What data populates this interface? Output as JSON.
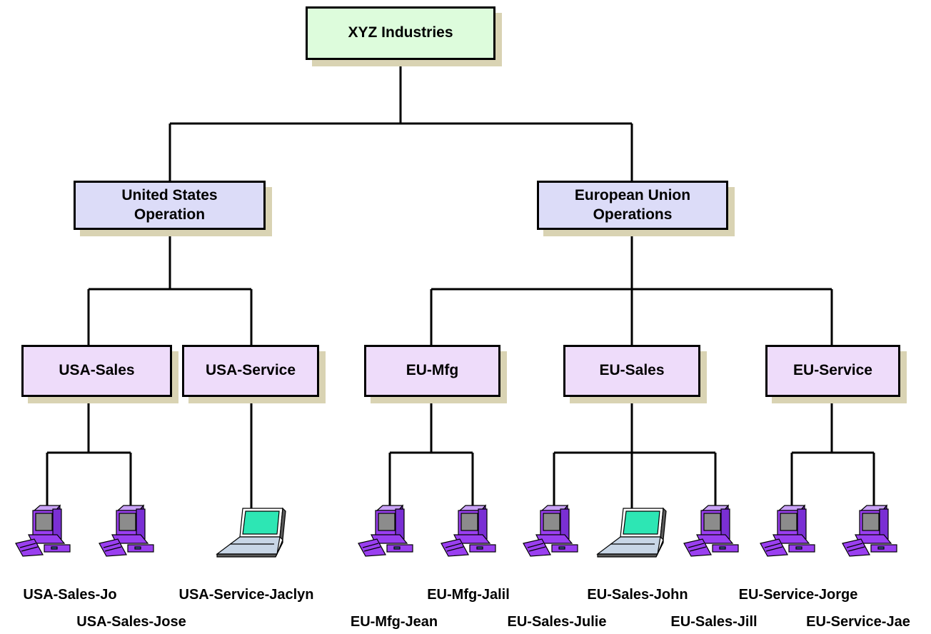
{
  "root": {
    "label": "XYZ Industries"
  },
  "regions": [
    {
      "line1": "United States",
      "line2": "Operation"
    },
    {
      "line1": "European Union",
      "line2": "Operations"
    }
  ],
  "departments": [
    "USA-Sales",
    "USA-Service",
    "EU-Mfg",
    "EU-Sales",
    "EU-Service"
  ],
  "devices": [
    {
      "name": "USA-Sales-Jo",
      "type": "desktop"
    },
    {
      "name": "USA-Sales-Jose",
      "type": "desktop"
    },
    {
      "name": "USA-Service-Jaclyn",
      "type": "laptop"
    },
    {
      "name": "EU-Mfg-Jean",
      "type": "desktop"
    },
    {
      "name": "EU-Mfg-Jalil",
      "type": "desktop"
    },
    {
      "name": "EU-Sales-Julie",
      "type": "desktop"
    },
    {
      "name": "EU-Sales-John",
      "type": "laptop"
    },
    {
      "name": "EU-Sales-Jill",
      "type": "desktop"
    },
    {
      "name": "EU-Service-Jorge",
      "type": "desktop"
    },
    {
      "name": "EU-Service-Jae",
      "type": "desktop"
    }
  ],
  "colors": {
    "root_fill": "#ddfcdc",
    "region_fill": "#dcdcf8",
    "department_fill": "#eedcfa",
    "box_shadow": "#d9d3b3",
    "device_purple": "#9a3ff0",
    "screen_gray": "#8c8c8c",
    "laptop_screen": "#2de6b4"
  }
}
